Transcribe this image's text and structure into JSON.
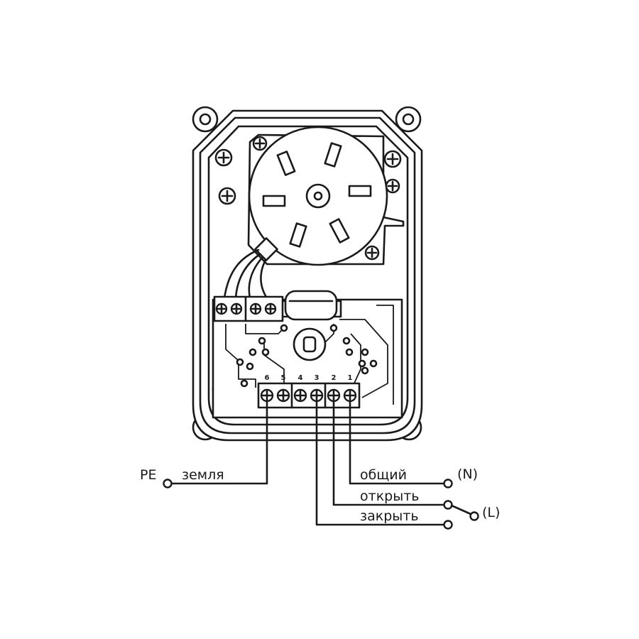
{
  "wiring": {
    "terminal_numbers": [
      "6",
      "5",
      "4",
      "3",
      "2",
      "1"
    ],
    "labels": {
      "pe": "PE",
      "ground": "земля",
      "common": "общий",
      "neutral": "(N)",
      "open": "открыть",
      "close": "закрыть",
      "line": "(L)"
    }
  }
}
